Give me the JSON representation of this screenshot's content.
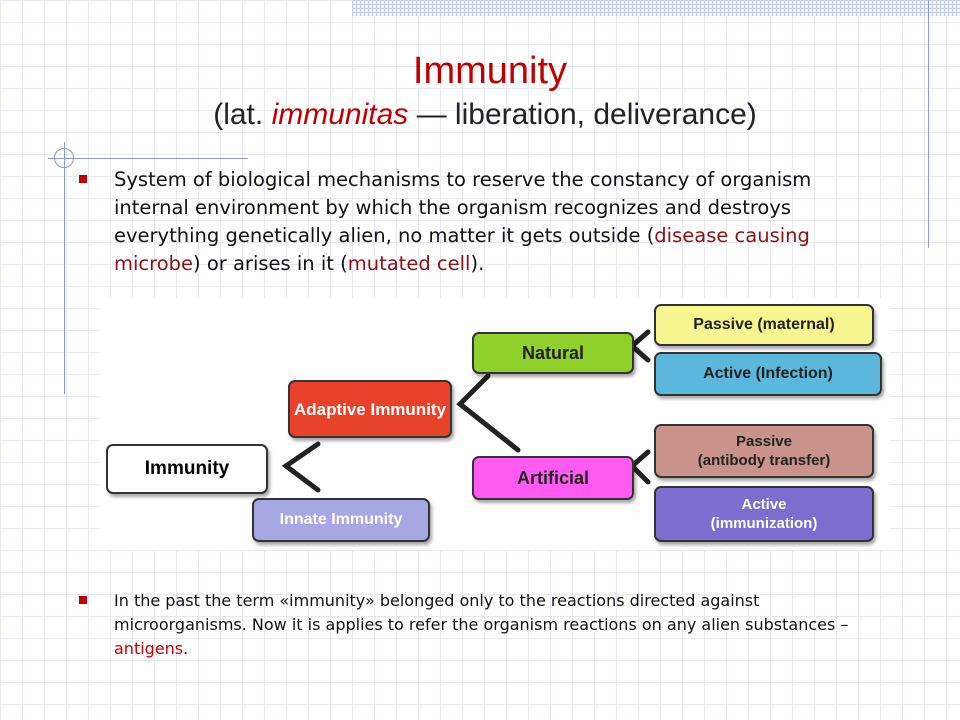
{
  "title": "Immunity",
  "subtitle": {
    "open": "(lat. ",
    "latin": "immunitas",
    "rest": " — liberation, deliverance)"
  },
  "bullet1": {
    "text_a": "System of biological mechanisms to reserve the constancy of organism internal environment by which the organism recognizes and destroys everything genetically alien, no matter it gets outside (",
    "highlight1": "disease causing microbe",
    "text_b": ") or arises in it (",
    "highlight2": "mutated cell",
    "text_c": ")."
  },
  "diagram": {
    "immunity": "Immunity",
    "adaptive": "Adaptive Immunity",
    "innate": "Innate Immunity",
    "natural": "Natural",
    "artificial": "Artificial",
    "passive_maternal": "Passive (maternal)",
    "active_infection": "Active (Infection)",
    "passive_transfer_1": "Passive",
    "passive_transfer_2": "(antibody transfer)",
    "active_immunization_1": "Active",
    "active_immunization_2": "(immunization)",
    "colors": {
      "adaptive": "#e8432a",
      "innate": "#a7a8e3",
      "natural": "#8fd12a",
      "artificial": "#ff5bf2",
      "passive_maternal": "#f8f690",
      "active_infection": "#5bb8dc",
      "passive_transfer": "#c9928a",
      "active_immunization": "#7c6ecf"
    }
  },
  "bullet2": {
    "text_a": "In the past the term «immunity» belonged only to the reactions directed against microorganisms. Now it is applies to refer the organism reactions on any alien substances – ",
    "highlight": "antigens",
    "text_b": "."
  },
  "theme": {
    "accent": "#c00000",
    "line": "#8a9ac8"
  }
}
